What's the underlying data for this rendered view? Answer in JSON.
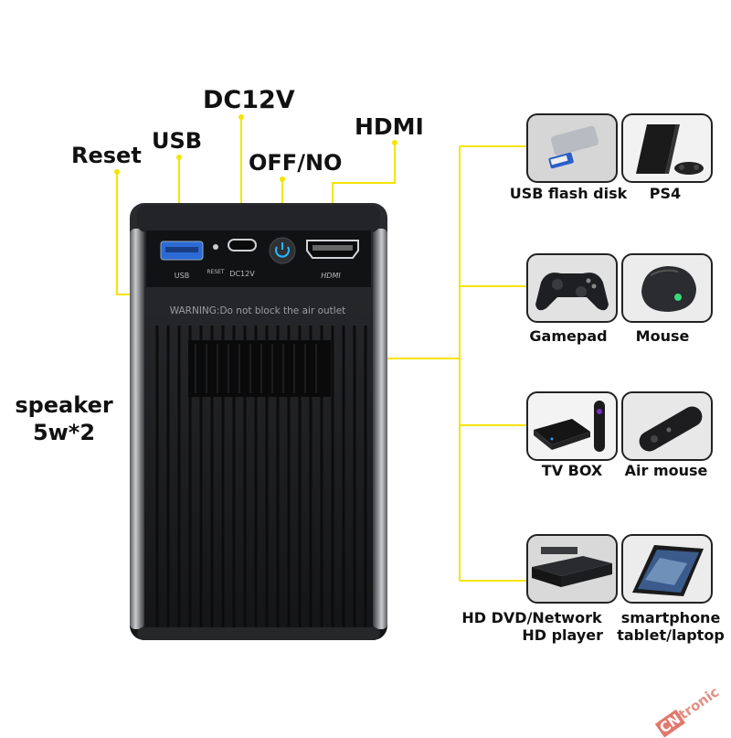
{
  "port_labels": {
    "reset": "Reset",
    "usb": "USB",
    "dc12v": "DC12V",
    "off_no": "OFF/NO",
    "hdmi": "HDMI"
  },
  "device_panel": {
    "usb_text": "USB",
    "reset_text": "RESET",
    "dc12v_text": "DC12V",
    "hdmi_text": "HDMI",
    "warning_text": "WARNING:Do not block the air outlet"
  },
  "speaker": {
    "line1": "speaker",
    "line2": "5w*2"
  },
  "peripherals": [
    {
      "label": "USB flash disk",
      "icon": "usb-flash-disk-icon"
    },
    {
      "label": "PS4",
      "icon": "ps4-icon"
    },
    {
      "label": "Gamepad",
      "icon": "gamepad-icon"
    },
    {
      "label": "Mouse",
      "icon": "mouse-icon"
    },
    {
      "label": "TV BOX",
      "icon": "tv-box-icon"
    },
    {
      "label": "Air mouse",
      "icon": "air-mouse-icon"
    },
    {
      "label_line1": "HD DVD/Network",
      "label_line2": "HD player",
      "icon": "dvd-player-icon"
    },
    {
      "label_line1": "smartphone",
      "label_line2": "tablet/laptop",
      "icon": "tablet-icon"
    }
  ],
  "colors": {
    "connector_line": "#f5e400",
    "device_body": "#1c1d1f",
    "chrome_edge": "#9a9ca0"
  },
  "watermark": {
    "part1": "CN",
    "part2": "tronic"
  }
}
